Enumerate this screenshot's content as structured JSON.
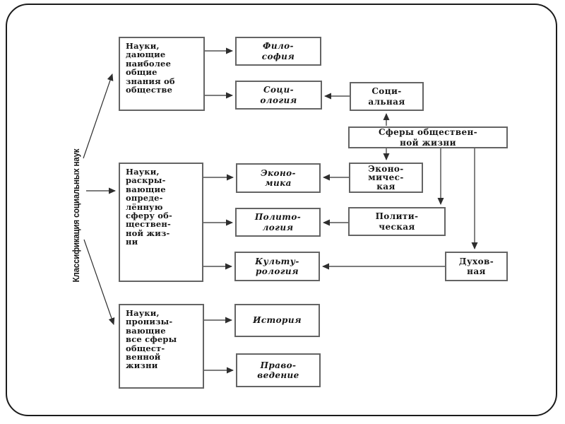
{
  "diagram": {
    "title": "Классификация социальных наук",
    "root_label": "Классификация социальных наук",
    "groups": [
      {
        "id": "group-1",
        "label": "Науки,\nдающие\nнаиболее\nобщие\nзнания об\nобществе"
      },
      {
        "id": "group-2",
        "label": "Науки,\nраскры-\nвающие\nопреде-\nлённую\nсферу об-\nществен-\nной жиз-\nни"
      },
      {
        "id": "group-3",
        "label": "Науки,\nпронизы-\nвающие\nвсе  сферы\nобщест-\nвенной\nжизни"
      }
    ],
    "sciences": [
      {
        "id": "philosophy",
        "label": "Фило-\nсофия"
      },
      {
        "id": "sociology",
        "label": "Соци-\nология"
      },
      {
        "id": "economics",
        "label": "Эконо-\nмика"
      },
      {
        "id": "politology",
        "label": "Полито-\nлогия"
      },
      {
        "id": "culturology",
        "label": "Культу-\nрология"
      },
      {
        "id": "history",
        "label": "История"
      },
      {
        "id": "law",
        "label": "Право-\nведение"
      }
    ],
    "spheres_header": "Сферы обществен-\nной жизни",
    "spheres": [
      {
        "id": "social",
        "label": "Соци-\nальная"
      },
      {
        "id": "economic",
        "label": "Эконо-\nмичес-\nкая"
      },
      {
        "id": "political",
        "label": "Полити-\nческая"
      },
      {
        "id": "spiritual",
        "label": "Духов-\nная"
      }
    ],
    "edges": [
      {
        "from": "root",
        "to": "group-1"
      },
      {
        "from": "root",
        "to": "group-2"
      },
      {
        "from": "root",
        "to": "group-3"
      },
      {
        "from": "group-1",
        "to": "philosophy"
      },
      {
        "from": "group-1",
        "to": "sociology"
      },
      {
        "from": "group-2",
        "to": "economics"
      },
      {
        "from": "group-2",
        "to": "politology"
      },
      {
        "from": "group-2",
        "to": "culturology"
      },
      {
        "from": "group-3",
        "to": "history"
      },
      {
        "from": "group-3",
        "to": "law"
      },
      {
        "from": "spheres-header",
        "to": "social"
      },
      {
        "from": "spheres-header",
        "to": "economic"
      },
      {
        "from": "spheres-header",
        "to": "political"
      },
      {
        "from": "spheres-header",
        "to": "spiritual"
      },
      {
        "from": "social",
        "to": "sociology"
      },
      {
        "from": "economic",
        "to": "economics"
      },
      {
        "from": "political",
        "to": "politology"
      },
      {
        "from": "spiritual",
        "to": "culturology"
      }
    ],
    "colors": {
      "card_border": "#1b1b1b",
      "box_border": "#646464",
      "text": "#171717",
      "arrow": "#2e2e2e",
      "background": "#ffffff"
    }
  }
}
